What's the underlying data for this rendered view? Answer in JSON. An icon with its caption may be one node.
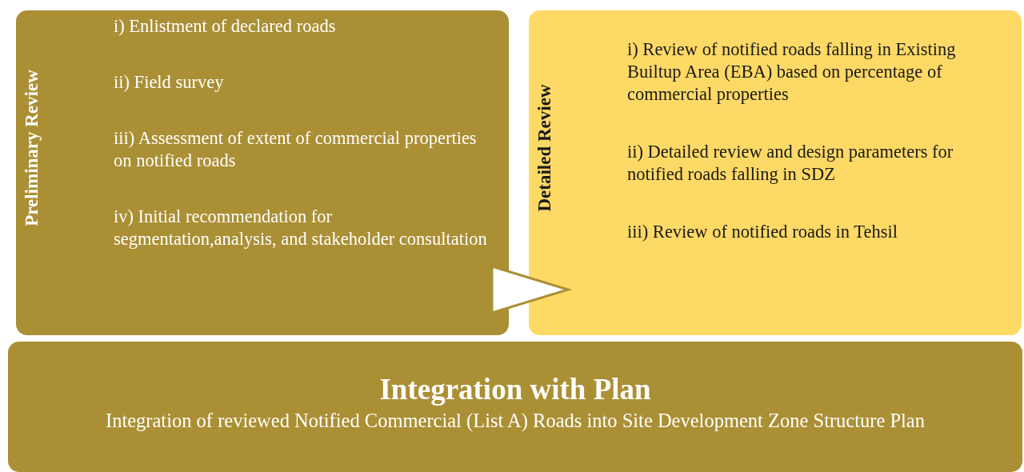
{
  "diagram": {
    "nodes": [
      {
        "text": [
          "Preliminary Review",
          "i) Enlistment of declared roads",
          "ii) Field survey",
          "iii) Assessment of extent of commercial properties on notified roads",
          "iv) Initial recommendation for segmentation,analysis, and stakeholder consultation"
        ]
      },
      {
        "text": [
          "Detailed Review",
          "i) Review of notified roads falling in Existing Builtup Area (EBA) based on percentage of commercial properties",
          "ii) Detailed review and design parameters for notified roads falling in SDZ",
          "iii) Review of notified roads in Tehsil"
        ]
      },
      {
        "text": [
          "Integration with Plan",
          "Integration of reviewed Notified Commercial (List A) Roads into Site Development Zone Structure Plan"
        ]
      }
    ],
    "edges": [
      {
        "from": 0,
        "to": 1,
        "arrow": "to"
      }
    ]
  }
}
